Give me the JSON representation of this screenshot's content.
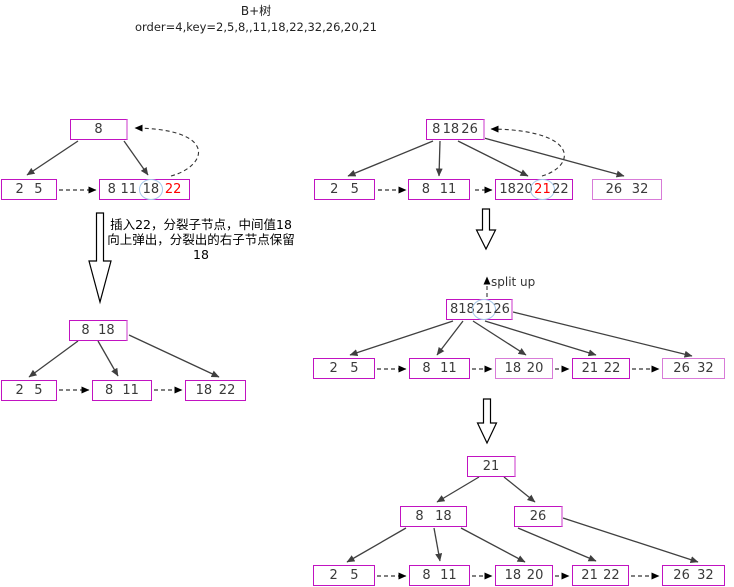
{
  "header": {
    "title": "B+树",
    "subtitle": "order=4,key=2,5,8,,11,18,22,32,26,20,21"
  },
  "colors": {
    "node_border": "#C113C1",
    "node_border_light": "#D87BD8",
    "highlight_red": "#FF0000",
    "highlight_circle_blue": "#A6C8EA",
    "arrow": "#404040"
  },
  "left": {
    "tree1": {
      "root": [
        "8"
      ],
      "leaf1": [
        "2",
        "5"
      ],
      "leaf2": [
        "8",
        "11",
        "18",
        "22"
      ]
    },
    "annotation": [
      "插入22，分裂子节点，中间值18",
      "向上弹出，分裂出的右子节点保留",
      "18"
    ],
    "tree2": {
      "root": [
        "8",
        "18"
      ],
      "leaf1": [
        "2",
        "5"
      ],
      "leaf2": [
        "8",
        "11"
      ],
      "leaf3": [
        "18",
        "22"
      ]
    }
  },
  "right": {
    "tree1": {
      "root": [
        "8",
        "18",
        "26"
      ],
      "leaf1": [
        "2",
        "5"
      ],
      "leaf2": [
        "8",
        "11"
      ],
      "leaf3": [
        "18",
        "20",
        "21",
        "22"
      ],
      "leaf4": [
        "26",
        "32"
      ]
    },
    "split_label": "split up",
    "tree2": {
      "root": [
        "8",
        "18",
        "21",
        "26"
      ],
      "leaf1": [
        "2",
        "5"
      ],
      "leaf2": [
        "8",
        "11"
      ],
      "leaf3": [
        "18",
        "20"
      ],
      "leaf4": [
        "21",
        "22"
      ],
      "leaf5": [
        "26",
        "32"
      ]
    },
    "tree3": {
      "root": [
        "21"
      ],
      "internal1": [
        "8",
        "18"
      ],
      "internal2": [
        "26"
      ],
      "leaf1": [
        "2",
        "5"
      ],
      "leaf2": [
        "8",
        "11"
      ],
      "leaf3": [
        "18",
        "20"
      ],
      "leaf4": [
        "21",
        "22"
      ],
      "leaf5": [
        "26",
        "32"
      ]
    }
  }
}
